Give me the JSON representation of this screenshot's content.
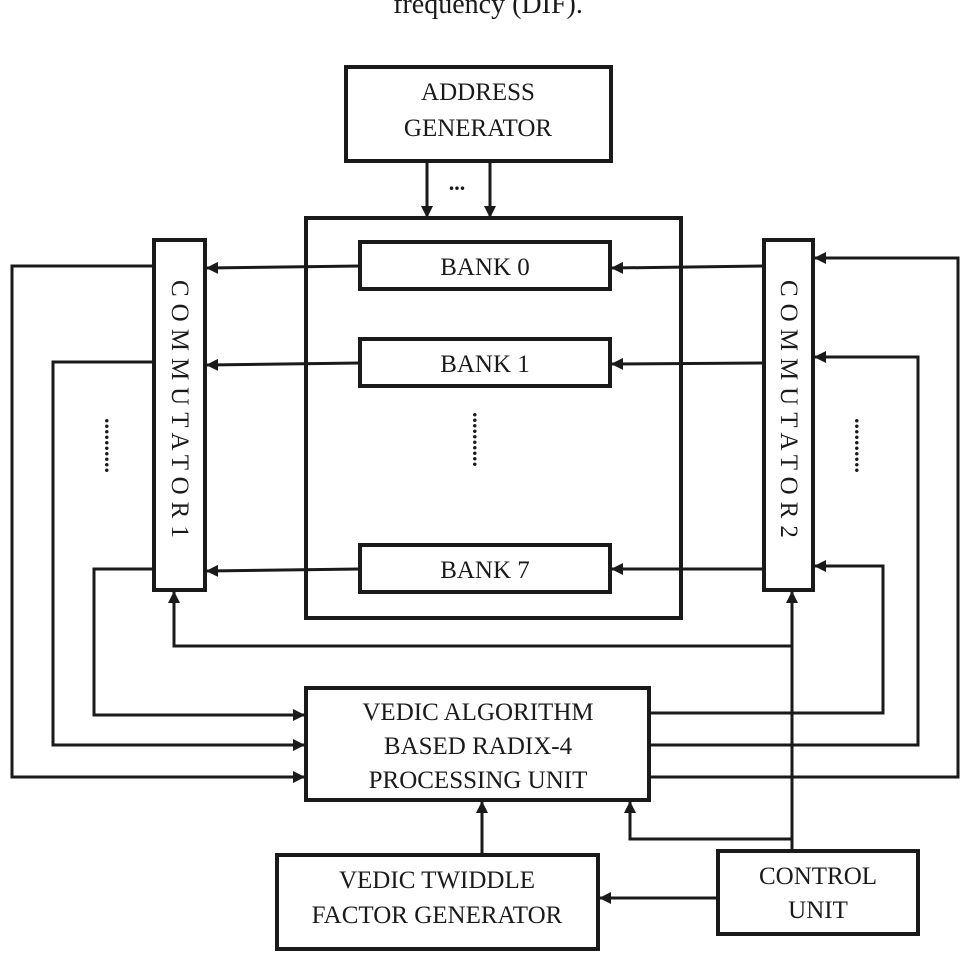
{
  "caption": "frequency (DIF).",
  "blocks": {
    "address_generator": [
      "ADDRESS",
      "GENERATOR"
    ],
    "bank_0": "BANK 0",
    "bank_1": "BANK 1",
    "bank_7": "BANK 7",
    "commutator_1": "COMMUTATOR1",
    "commutator_2": "COMMUTATOR2",
    "processing_unit": [
      "VEDIC ALGORITHM",
      "BASED RADIX-4",
      "PROCESSING UNIT"
    ],
    "twiddle_factor_generator": [
      "VEDIC TWIDDLE",
      "FACTOR GENERATOR"
    ],
    "control_unit": [
      "CONTROL",
      "UNIT"
    ]
  },
  "ellipsis": {
    "address": "...",
    "banks": "..........",
    "commutator_1": "..........",
    "commutator_2": ".........."
  }
}
